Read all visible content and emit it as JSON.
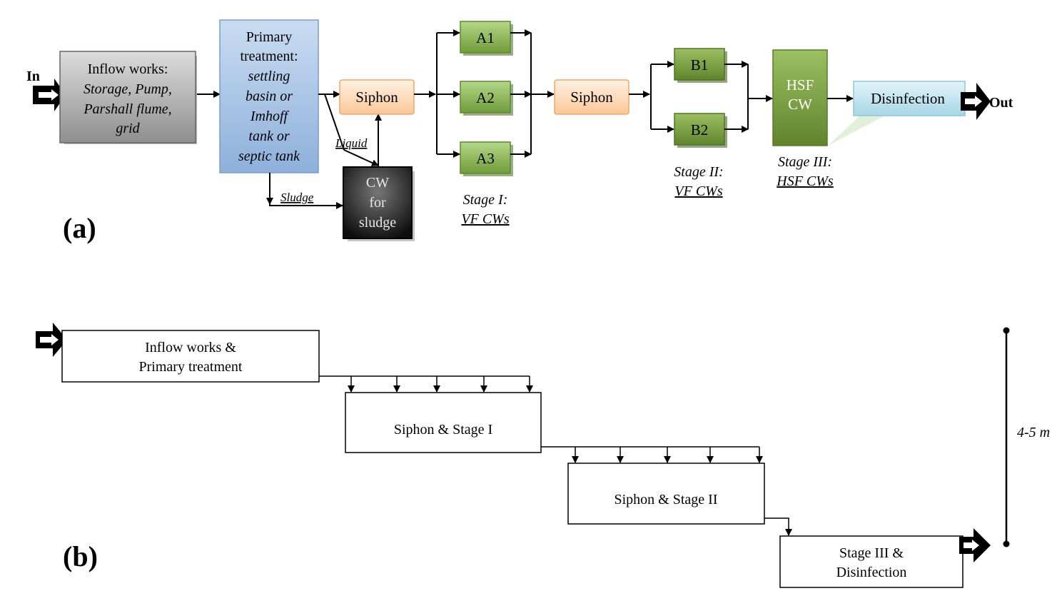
{
  "panel_a": {
    "label": "(a)",
    "in_label": "In",
    "out_label": "Out",
    "inflow": {
      "title": "Inflow works:",
      "lines": [
        "Storage, Pump,",
        "Parshall flume,",
        "grid"
      ]
    },
    "primary": {
      "lines": [
        "Primary",
        "treatment:"
      ],
      "italic_lines": [
        "settling",
        "basin or",
        "Imhoff",
        "tank or",
        "septic tank"
      ]
    },
    "siphon1": "Siphon",
    "siphon2": "Siphon",
    "liquid_label": "Liquid",
    "sludge_label": "Sludge",
    "cw_sludge": [
      "CW",
      "for",
      "sludge"
    ],
    "stage1_units": [
      "A1",
      "A2",
      "A3"
    ],
    "stage1_caption": [
      "Stage I:",
      "VF CWs"
    ],
    "stage2_units": [
      "B1",
      "B2"
    ],
    "stage2_caption": [
      "Stage II:",
      "VF CWs"
    ],
    "hsf": [
      "HSF",
      "CW"
    ],
    "stage3_caption": [
      "Stage III:",
      "HSF CWs"
    ],
    "disinfection": "Disinfection",
    "colors": {
      "inflow_fill": "#9a9a9a",
      "primary_fill": "#a9c4e4",
      "siphon_fill": "#fcd6b4",
      "stage_unit_fill": "#8dbb4f",
      "hsf_fill": "#7a9a3c",
      "disinfection_fill": "#bfe3ee",
      "cw_sludge_fill": "#222222"
    }
  },
  "panel_b": {
    "label": "(b)",
    "box1": [
      "Inflow works &",
      "Primary treatment"
    ],
    "box2": "Siphon & Stage I",
    "box3": "Siphon & Stage II",
    "box4": [
      "Stage III &",
      "Disinfection"
    ],
    "height_label": "4-5 m"
  }
}
